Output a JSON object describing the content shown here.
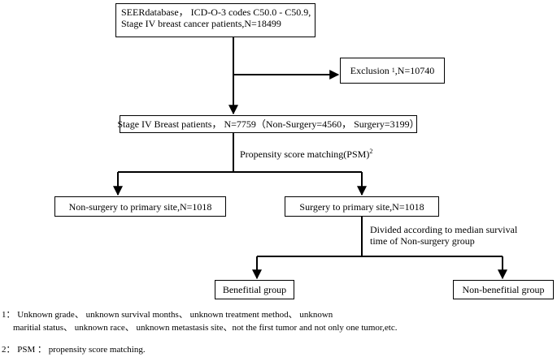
{
  "flowchart": {
    "source_box": {
      "line1": "SEERdatabase， ICD-O-3 codes C50.0 - C50.9,",
      "line2": "Stage IV breast cancer patients,N=18499"
    },
    "exclusion_box": {
      "label": "Exclusion",
      "sup": "1",
      "count": ",N=10740"
    },
    "cohort_box": {
      "text": "Stage IV Breast patients，  N=7759（Non-Surgery=4560， Surgery=3199）"
    },
    "psm_label": {
      "text": "Propensity score matching(PSM)",
      "sup": "2"
    },
    "non_surgery_box": {
      "text": "Non-surgery to primary site,N=1018"
    },
    "surgery_box": {
      "text": "Surgery to primary site,N=1018"
    },
    "divided_label": {
      "line1": "Divided according to median survival",
      "line2": "time of Non-surgery group"
    },
    "beneficial_box": {
      "text": "Benefitial group"
    },
    "non_beneficial_box": {
      "text": "Non-benefitial group"
    }
  },
  "footnotes": {
    "note1_line1": "1： Unknown grade、 unknown survival months、 unknown treatment method、 unknown",
    "note1_line2": "maritial status、 unknown race、 unknown metastasis  site、not the first tumor and not only one tumor,etc.",
    "note2": "2： PSM ： propensity score matching."
  }
}
